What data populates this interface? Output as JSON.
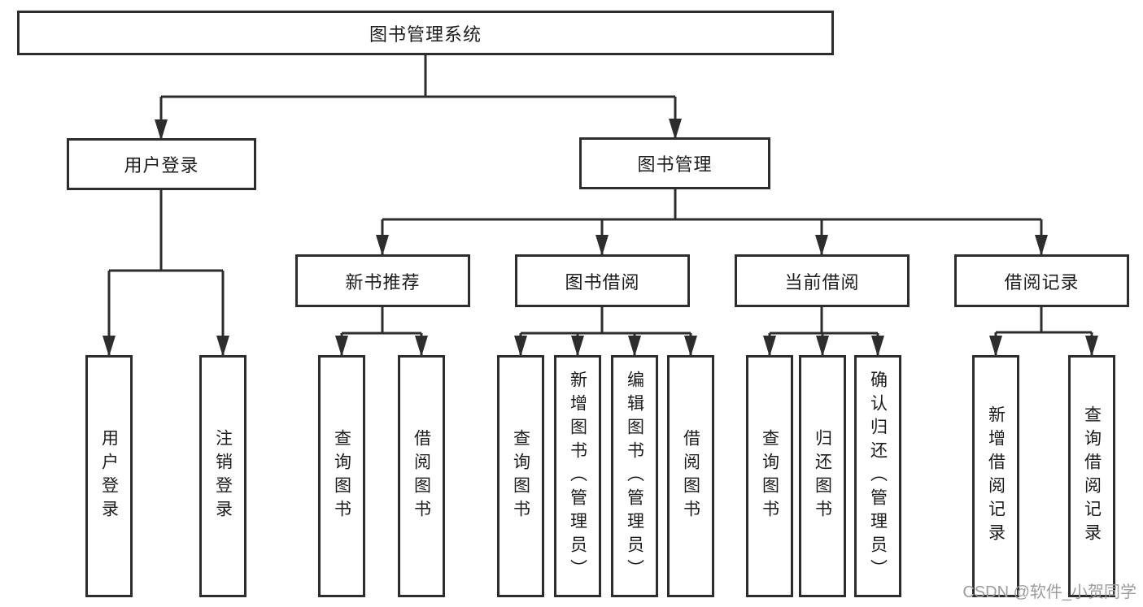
{
  "diagram": {
    "type": "hierarchy-tree",
    "tree": {
      "root": {
        "label": "图书管理系统",
        "children": [
          {
            "label": "用户登录",
            "children": [
              {
                "label": "用户登录"
              },
              {
                "label": "注销登录"
              }
            ]
          },
          {
            "label": "图书管理",
            "children": [
              {
                "label": "新书推荐",
                "children": [
                  {
                    "label": "查询图书"
                  },
                  {
                    "label": "借阅图书"
                  }
                ]
              },
              {
                "label": "图书借阅",
                "children": [
                  {
                    "label": "查询图书"
                  },
                  {
                    "label": "新增图书（管理员）"
                  },
                  {
                    "label": "编辑图书（管理员）"
                  },
                  {
                    "label": "借阅图书"
                  }
                ]
              },
              {
                "label": "当前借阅",
                "children": [
                  {
                    "label": "查询图书"
                  },
                  {
                    "label": "归还图书"
                  },
                  {
                    "label": "确认归还（管理员）"
                  }
                ]
              },
              {
                "label": "借阅记录",
                "children": [
                  {
                    "label": "新增借阅记录"
                  },
                  {
                    "label": "查询借阅记录"
                  }
                ]
              }
            ]
          }
        ]
      }
    }
  },
  "watermark": {
    "text": "CSDN @软件_小贺同学"
  },
  "colors": {
    "line": "#2d2d2d",
    "box_border": "#2d2d2d",
    "text": "#1c1c1c",
    "watermark": "#9c9c9c",
    "background": "#ffffff"
  }
}
